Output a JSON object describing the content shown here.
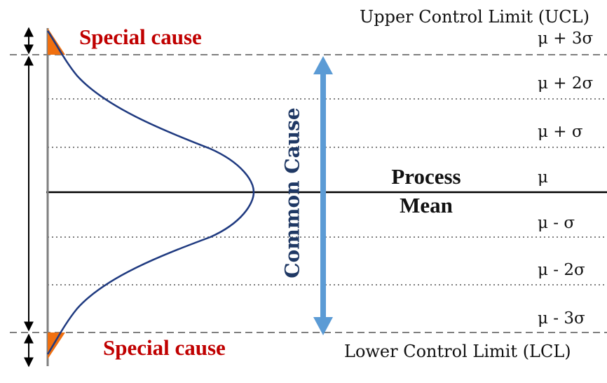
{
  "labels": {
    "ucl": "Upper Control Limit (UCL)",
    "lcl": "Lower Control Limit (LCL)",
    "special_top": "Special cause",
    "special_bottom": "Special cause",
    "common_cause": "Common Cause",
    "process_mean_line1": "Process",
    "process_mean_line2": "Mean",
    "levels": [
      "μ + 3σ",
      "μ + 2σ",
      "μ + σ",
      "μ",
      "μ - σ",
      "μ - 2σ",
      "μ - 3σ"
    ]
  },
  "colors": {
    "special_cause_text": "#c00000",
    "common_cause_text": "#1f3864",
    "curve": "#1f3a80",
    "arrow": "#5b9bd5",
    "tail_fill": "#f07010",
    "limit_lines": "#7f7f7f",
    "sigma_lines": "#7f7f7f",
    "mean_line": "#000000"
  }
}
